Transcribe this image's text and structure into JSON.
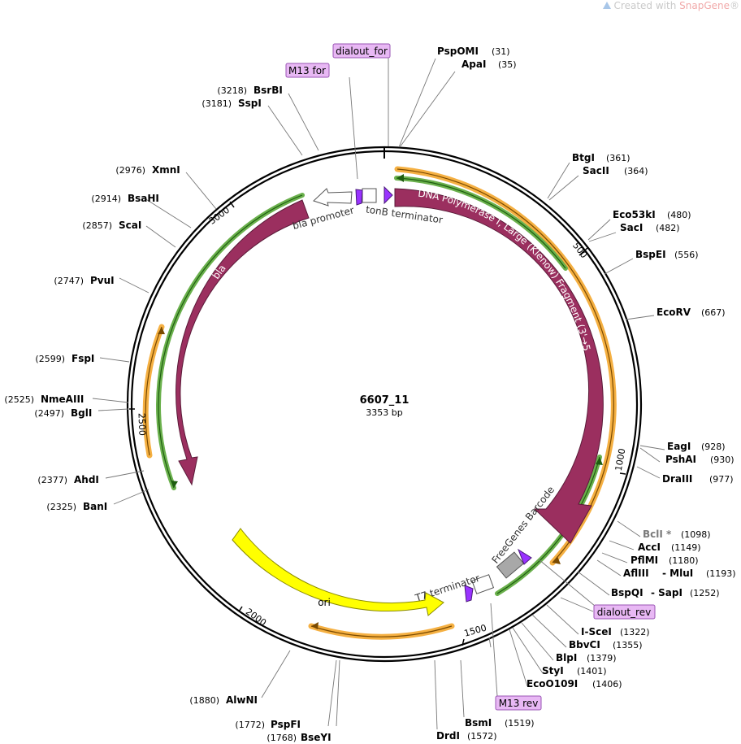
{
  "watermark": {
    "prefix": "Created with ",
    "brand": "SnapGene",
    "reg": "®"
  },
  "plasmid": {
    "name": "6607_11",
    "length_label": "3353 bp",
    "length": 3353
  },
  "ticks": [
    {
      "pos": 500,
      "label": "500"
    },
    {
      "pos": 1000,
      "label": "1000"
    },
    {
      "pos": 1500,
      "label": "1500"
    },
    {
      "pos": 2000,
      "label": "2000"
    },
    {
      "pos": 2500,
      "label": "2500"
    },
    {
      "pos": 3000,
      "label": "3000"
    }
  ],
  "enzymes": [
    {
      "name": "PspOMI",
      "pos": "(31)"
    },
    {
      "name": "ApaI",
      "pos": "(35)"
    },
    {
      "name": "BtgI",
      "pos": "(361)"
    },
    {
      "name": "SacII",
      "pos": "(364)"
    },
    {
      "name": "Eco53kI",
      "pos": "(480)"
    },
    {
      "name": "SacI",
      "pos": "(482)"
    },
    {
      "name": "BspEI",
      "pos": "(556)"
    },
    {
      "name": "EcoRV",
      "pos": "(667)"
    },
    {
      "name": "EagI",
      "pos": "(928)"
    },
    {
      "name": "PshAI",
      "pos": "(930)"
    },
    {
      "name": "DraIII",
      "pos": "(977)"
    },
    {
      "name": "BclI *",
      "pos": "(1098)"
    },
    {
      "name": "AccI",
      "pos": "(1149)"
    },
    {
      "name": "PflMI",
      "pos": "(1180)"
    },
    {
      "name": "AflIII",
      "pos": ""
    },
    {
      "name": "- MluI",
      "pos": "(1193)"
    },
    {
      "name": "BspQI",
      "pos": ""
    },
    {
      "name": "- SapI",
      "pos": "(1252)"
    },
    {
      "name": "I-SceI",
      "pos": "(1322)"
    },
    {
      "name": "BbvCI",
      "pos": "(1355)"
    },
    {
      "name": "BlpI",
      "pos": "(1379)"
    },
    {
      "name": "StyI",
      "pos": "(1401)"
    },
    {
      "name": "EcoO109I",
      "pos": "(1406)"
    },
    {
      "name": "BsmI",
      "pos": "(1519)"
    },
    {
      "name": "DrdI",
      "pos": "(1572)"
    },
    {
      "name": "BseYI",
      "pos": "(1768)"
    },
    {
      "name": "PspFI",
      "pos": "(1772)"
    },
    {
      "name": "AlwNI",
      "pos": "(1880)"
    },
    {
      "name": "BanI",
      "pos": "(2325)"
    },
    {
      "name": "AhdI",
      "pos": "(2377)"
    },
    {
      "name": "BglI",
      "pos": "(2497)"
    },
    {
      "name": "NmeAIII",
      "pos": "(2525)"
    },
    {
      "name": "FspI",
      "pos": "(2599)"
    },
    {
      "name": "PvuI",
      "pos": "(2747)"
    },
    {
      "name": "ScaI",
      "pos": "(2857)"
    },
    {
      "name": "BsaHI",
      "pos": "(2914)"
    },
    {
      "name": "XmnI",
      "pos": "(2976)"
    },
    {
      "name": "SspI",
      "pos": "(3181)"
    },
    {
      "name": "BsrBI",
      "pos": "(3218)"
    }
  ],
  "primers": [
    {
      "name": "dialout_for"
    },
    {
      "name": "M13 for"
    },
    {
      "name": "dialout_rev"
    },
    {
      "name": "M13 rev"
    }
  ],
  "features": [
    {
      "name": "DNA Polymerase I, Large (Klenow) Fragment (3'→5"
    },
    {
      "name": "bla"
    },
    {
      "name": "ori"
    },
    {
      "name": "bla promoter"
    },
    {
      "name": "tonB terminator"
    },
    {
      "name": "T7 terminator"
    },
    {
      "name": "FreeGenes Barcode"
    }
  ],
  "colors": {
    "cds": "#9b2f5f",
    "ori": "#ffff00",
    "primer": "#e8b8f4",
    "orf_orange": "#f5b042",
    "orf_green": "#6ab04c",
    "terminator": "#9933ff",
    "barcode": "#a8a8a8"
  }
}
